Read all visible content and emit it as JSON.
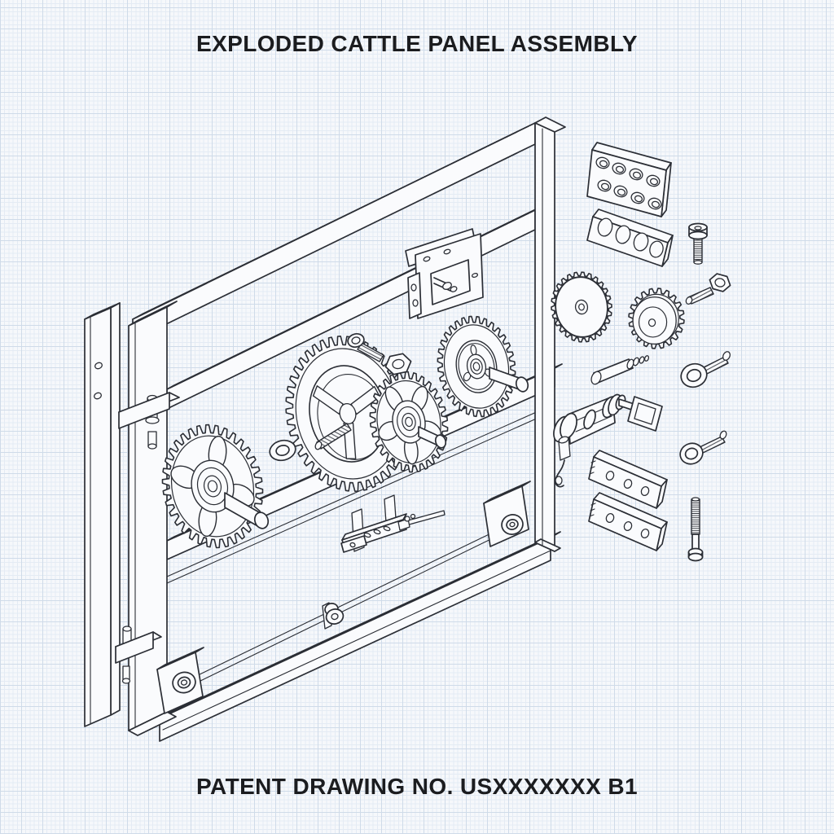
{
  "drawing": {
    "title": "EXPLODED CATTLE PANEL ASSEMBLY",
    "patent_number": "PATENT DRAWING NO. USXXXXXXX B1",
    "style": {
      "paper_color": "#f6f8fb",
      "grid_minor_color": "#dfe7f2",
      "grid_major_color": "#c3d2e4",
      "ink_color": "#2b2e35",
      "part_fill_color": "#fafbfd",
      "text_color": "#1b1c1f"
    },
    "components": [
      "hinge post",
      "gate frame",
      "strap hinges",
      "gear housing bracket",
      "spoked drive gear",
      "ring gear with threaded stud",
      "pinion gear",
      "flanged hub gear",
      "disc gear",
      "crown gear",
      "washer",
      "hex bolt with nut",
      "8-hole mounting plate",
      "4-hole spacer bar",
      "socket-head bolt",
      "hex bolts",
      "eye bolts",
      "threaded stud",
      "slotted hinge strap plates",
      "grease fitting pin",
      "latch barrel with handle",
      "latch hook",
      "slotted latch slider",
      "drive belt",
      "tension pulleys",
      "belt roller"
    ]
  }
}
